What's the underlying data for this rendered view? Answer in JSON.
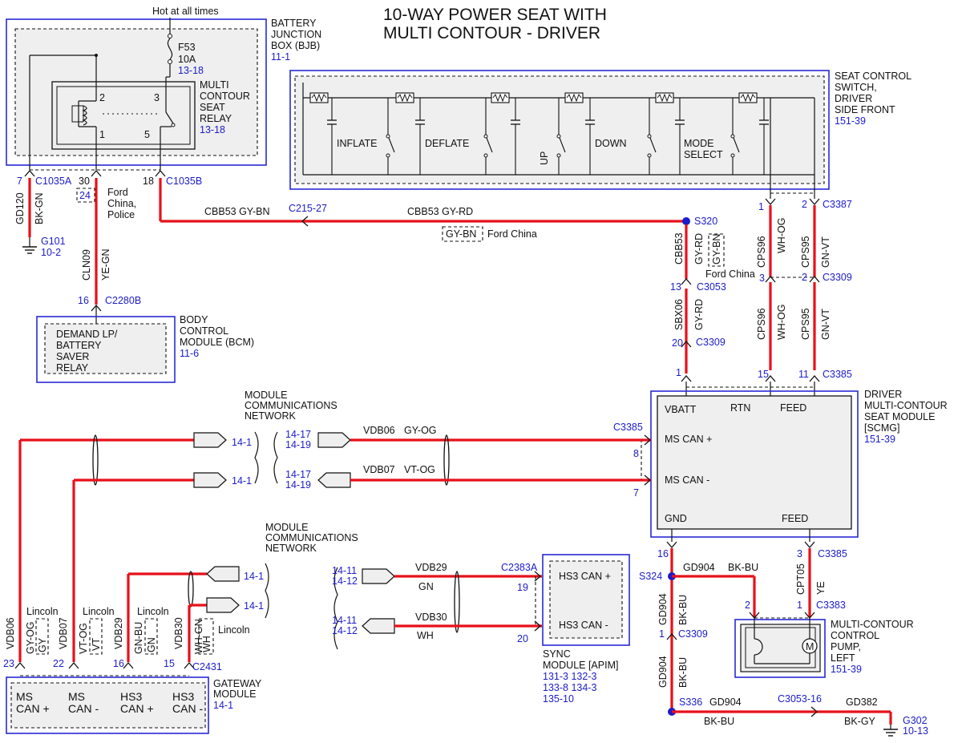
{
  "title": {
    "line1": "10-WAY POWER SEAT WITH",
    "line2": "MULTI CONTOUR - DRIVER"
  },
  "bjb": {
    "hot": "Hot at all times",
    "name": [
      "BATTERY",
      "JUNCTION",
      "BOX (BJB)"
    ],
    "ref": "11-1",
    "fuse": {
      "id": "F53",
      "rating": "10A",
      "ref": "13-18"
    },
    "relay": {
      "name": [
        "MULTI",
        "CONTOUR",
        "SEAT",
        "RELAY"
      ],
      "ref": "13-18",
      "pins": [
        "2",
        "3",
        "1",
        "5"
      ]
    },
    "c1035a": {
      "pin": "7",
      "id": "C1035A"
    },
    "p30": "30",
    "c1035b": {
      "pin": "18",
      "id": "C1035B"
    },
    "opt24": {
      "pin": "24",
      "label": [
        "Ford",
        "China,",
        "Police"
      ]
    }
  },
  "left_wires": {
    "gd120": {
      "circuit": "GD120",
      "color": "BK-GN"
    },
    "g101": {
      "id": "G101",
      "ref": "10-2"
    },
    "cln09": {
      "circuit": "CLN09",
      "color": "YE-GN"
    },
    "c2280b": {
      "pin": "16",
      "id": "C2280B"
    }
  },
  "bcm": {
    "inner": [
      "DEMAND LP/",
      "BATTERY",
      "SAVER",
      "RELAY"
    ],
    "name": [
      "BODY",
      "CONTROL",
      "MODULE (BCM)"
    ],
    "ref": "11-6"
  },
  "top_run": {
    "left_label": "CBB53  GY-BN",
    "c215": "C215-27",
    "right_label": "CBB53  GY-RD",
    "alt_color": "GY-BN",
    "alt_note": "Ford China",
    "splice": "S320"
  },
  "switch": {
    "labels": [
      "INFLATE",
      "DEFLATE",
      "UP",
      "DOWN",
      "MODE",
      "SELECT"
    ],
    "name": [
      "SEAT CONTROL",
      "SWITCH,",
      "DRIVER",
      "SIDE FRONT"
    ],
    "ref": "151-39"
  },
  "right_col": {
    "c3387": {
      "pin1": "1",
      "pin2": "2",
      "id": "C3387"
    },
    "cps96": {
      "circuit": "CPS96",
      "color": "WH-OG"
    },
    "cps95": {
      "circuit": "CPS95",
      "color": "GN-VT"
    },
    "cbb53v": {
      "circuit": "CBB53",
      "color": "GY-RD",
      "alt": "GY-BN",
      "note": "Ford China"
    },
    "c3053": {
      "pin": "13",
      "id": "C3053"
    },
    "sbx06": {
      "circuit": "SBX06",
      "color": "GY-RD"
    },
    "c3309a": {
      "pin": "20",
      "id": "C3309"
    },
    "c3309b": {
      "pin3": "3",
      "pin2": "2",
      "id": "C3309"
    },
    "c3385": {
      "pin1": "1",
      "pin15": "15",
      "pin11": "11",
      "id": "C3385"
    }
  },
  "scmg": {
    "vbatt": "VBATT",
    "rtn": "RTN",
    "feed": "FEED",
    "mscanp": "MS CAN +",
    "mscann": "MS CAN -",
    "gnd": "GND",
    "name": [
      "DRIVER",
      "MULTI-CONTOUR",
      "SEAT MODULE",
      "[SCMG]"
    ],
    "ref": "151-39",
    "c3385": "C3385",
    "pin8": "8",
    "pin7": "7"
  },
  "mscan": {
    "net": [
      "MODULE",
      "COMMUNICATIONS",
      "NETWORK"
    ],
    "ref": "14-1",
    "refs2": [
      "14-17",
      "14-19"
    ],
    "vdb06": "VDB06",
    "gyog": "GY-OG",
    "vdb07": "VDB07",
    "vtog": "VT-OG"
  },
  "gateway": {
    "net": [
      "MODULE",
      "COMMUNICATIONS",
      "NETWORK"
    ],
    "ref": "14-1",
    "vdb06": "VDB06",
    "gyog": "GY-OG",
    "gy": "GY",
    "vdb07": "VDB07",
    "vtog": "VT-OG",
    "vt": "VT",
    "vdb29": "VDB29",
    "gnbu": "GN-BU",
    "gn": "GN",
    "vdb30": "VDB30",
    "whgn": "WH-GN",
    "wh": "WH",
    "lincoln": "Lincoln",
    "pins": [
      "23",
      "22",
      "16",
      "15"
    ],
    "c2431": "C2431",
    "ms_can": "MS",
    "can_p": "CAN +",
    "can_n": "CAN -",
    "hs3": "HS3",
    "name": [
      "GATEWAY",
      "MODULE"
    ]
  },
  "sync": {
    "refs": [
      "14-11",
      "14-12"
    ],
    "vdb29": "VDB29",
    "gn": "GN",
    "vdb30": "VDB30",
    "wh": "WH",
    "c2383a": "C2383A",
    "pin19": "19",
    "pin20": "20",
    "hs3p": "HS3 CAN +",
    "hs3n": "HS3 CAN -",
    "name": [
      "SYNC",
      "MODULE [APIM]"
    ],
    "refs_out": [
      "131-3  132-3",
      "133-8  134-3",
      "135-10"
    ]
  },
  "bottom": {
    "pin16": "16",
    "s324": "S324",
    "gd904": "GD904",
    "bkbu": "BK-BU",
    "pin3": "3",
    "c3385": "C3385",
    "cpt05": "CPT05",
    "ye": "YE",
    "pin2": "2",
    "pin1": "1",
    "c3383": "C3383",
    "c3309": "C3309",
    "s336": "S336",
    "c3053_16": "C3053-16",
    "gd382": "GD382",
    "bkgy": "BK-GY",
    "g302": "G302",
    "g302ref": "10-13",
    "pump": [
      "MULTI-CONTOUR",
      "CONTROL",
      "PUMP,",
      "LEFT"
    ],
    "pumpref": "151-39",
    "motor": "M"
  },
  "colors": {
    "wire": "#e8101a",
    "ref_blue": "#1c1cc8",
    "box_blue": "#2a2ad6",
    "shade": "#efefef"
  }
}
